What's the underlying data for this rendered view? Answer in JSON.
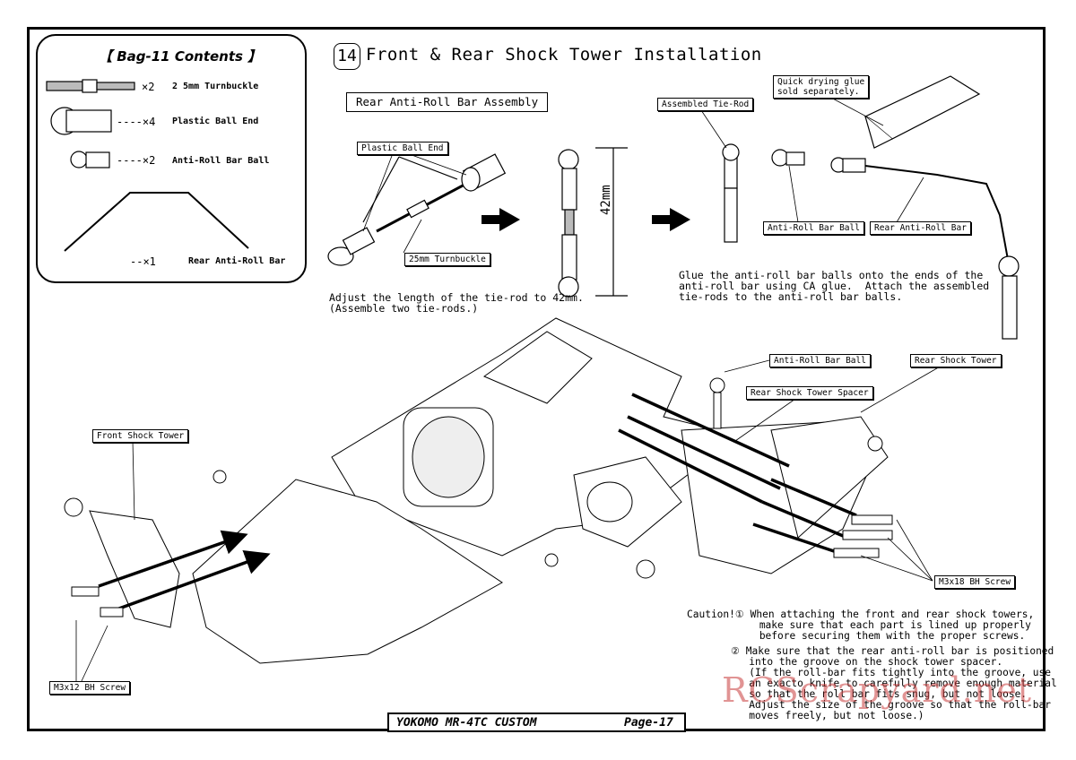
{
  "bag": {
    "title": "【 Bag-11 Contents 】",
    "items": [
      {
        "qty": "×2",
        "name": "2 5mm Turnbuckle"
      },
      {
        "qty": "----×4",
        "name": "Plastic Ball End"
      },
      {
        "qty": "----×2",
        "name": "Anti-Roll Bar Ball"
      },
      {
        "qty": "--×1",
        "name": "Rear Anti-Roll Bar"
      }
    ]
  },
  "step": {
    "number": "14",
    "title": "Front & Rear Shock Tower Installation",
    "subtitle": "Rear Anti-Roll Bar Assembly"
  },
  "labels": {
    "plastic_ball_end": "Plastic Ball End",
    "turnbuckle": "25mm Turnbuckle",
    "dimension": "42mm",
    "assembled_tie_rod": "Assembled Tie-Rod",
    "glue": "Quick drying glue\nsold separately.",
    "anti_roll_bar_ball": "Anti-Roll Bar Ball",
    "rear_anti_roll_bar": "Rear Anti-Roll Bar",
    "anti_roll_bar_ball_2": "Anti-Roll Bar Ball",
    "rear_shock_tower": "Rear Shock Tower",
    "rear_shock_tower_spacer": "Rear Shock Tower Spacer",
    "front_shock_tower": "Front Shock Tower",
    "m3x18": "M3x18 BH Screw",
    "m3x12": "M3x12 BH Screw"
  },
  "notes": {
    "adjust": "Adjust the length of the tie-rod to 42mm.\n(Assemble two tie-rods.)",
    "glue_instr": "Glue the anti-roll bar balls onto the ends of the\nanti-roll bar using CA glue.  Attach the assembled\ntie-rods to the anti-roll bar balls."
  },
  "caution": {
    "one": "Caution!① When attaching the front and rear shock towers,\n            make sure that each part is lined up properly\n            before securing them with the proper screws.",
    "two": "② Make sure that the rear anti-roll bar is positioned\n   into the groove on the shock tower spacer.\n   (If the roll-bar fits tightly into the groove, use\n   an exacto knife to carefully remove enough material\n   so that the roll bar fits snug, but not loose.\n   Adjust the size of the groove so that the roll-bar\n   moves freely, but not loose.)"
  },
  "footer": {
    "title": "YOKOMO MR-4TC CUSTOM",
    "page": "Page-17"
  },
  "watermark": "RCScrapyard.net"
}
